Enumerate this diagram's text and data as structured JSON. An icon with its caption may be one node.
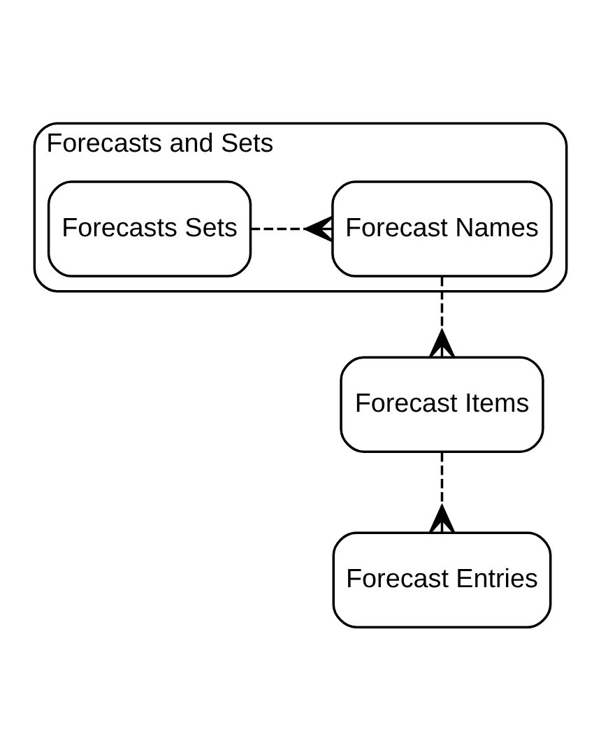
{
  "diagram": {
    "nodes": [
      {
        "text": [
          "Forecasts and Sets"
        ]
      },
      {
        "text": [
          "Forecasts Sets"
        ],
        "in": 0
      },
      {
        "text": [
          "Forecast Names"
        ],
        "in": 0
      },
      {
        "text": [
          "Forecast Items"
        ]
      },
      {
        "text": [
          "Forecast Entries"
        ]
      }
    ],
    "edges": [
      {
        "from": 1,
        "to": 2,
        "arrow": "other",
        "style": "dashed"
      },
      {
        "from": 2,
        "to": 3,
        "arrow": "other",
        "style": "dashed"
      },
      {
        "from": 3,
        "to": 4,
        "arrow": "other",
        "style": "dashed"
      }
    ]
  }
}
